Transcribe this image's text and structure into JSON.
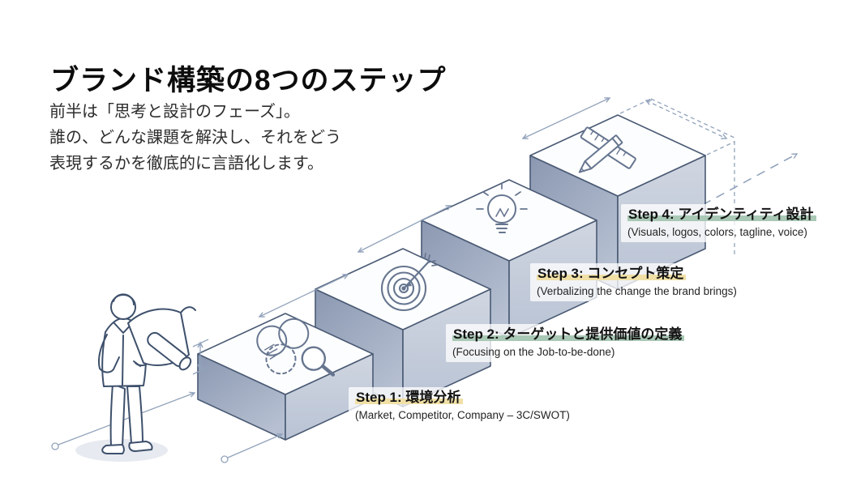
{
  "header": {
    "title": "ブランド構築の8つのステップ"
  },
  "intro": {
    "lines": [
      "前半は「思考と設計のフェーズ」。",
      "誰の、どんな課題を解決し、それをどう",
      "表現するかを徹底的に言語化します。"
    ]
  },
  "steps": [
    {
      "label": "Step 1: 環境分析",
      "sub": "(Market, Competitor, Company – 3C/SWOT)",
      "highlight": "#f1e0a6",
      "icon": "venn-search-icon"
    },
    {
      "label": "Step 2: ターゲットと提供価値の定義",
      "sub": "(Focusing on the Job-to-be-done)",
      "highlight": "#a9c8b5",
      "icon": "target-icon"
    },
    {
      "label": "Step 3: コンセプト策定",
      "sub": "(Verbalizing the change the brand brings)",
      "highlight": "#f1e0a6",
      "icon": "lightbulb-icon"
    },
    {
      "label": "Step 4: アイデンティティ設計",
      "sub": "(Visuals, logos, colors, tagline, voice)",
      "highlight": "#a9c8b5",
      "icon": "ruler-pencil-icon"
    }
  ],
  "colors": {
    "highlight_green": "#a9c8b5",
    "highlight_yellow": "#f1e0a6",
    "block_edge": "#4a5a74",
    "block_face_left": "#8d9ab2",
    "block_face_right": "#c7cfdc",
    "block_face_top": "#fcfdfe",
    "sketch_line": "#92a3bb",
    "icon_stroke": "#66758f",
    "text": "#1c1c1c"
  }
}
